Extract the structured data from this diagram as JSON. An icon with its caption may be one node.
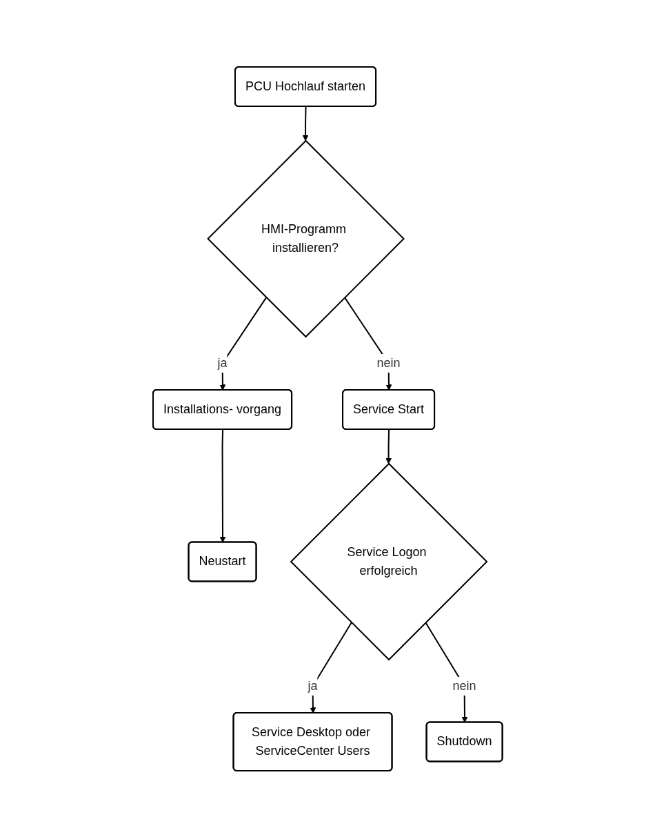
{
  "diagram": {
    "nodes": [
      {
        "text": [
          "PCU Hochlauf starten"
        ]
      },
      {
        "text": [
          "HMI-Programm installieren?"
        ]
      },
      {
        "text": [
          "Installations- vorgang"
        ]
      },
      {
        "text": [
          "Neustart"
        ]
      },
      {
        "text": [
          "Service Start"
        ]
      },
      {
        "text": [
          "Service Logon erfolgreich"
        ]
      },
      {
        "text": [
          "Service Desktop oder ServiceCenter Users"
        ]
      },
      {
        "text": [
          "Shutdown"
        ]
      }
    ],
    "edges": [
      {
        "from": 0,
        "to": 1,
        "arrow": "to"
      },
      {
        "from": 1,
        "to": 2,
        "arrow": "to",
        "label": "ja"
      },
      {
        "from": 2,
        "to": 3,
        "arrow": "to"
      },
      {
        "from": 1,
        "to": 4,
        "arrow": "to",
        "label": "nein"
      },
      {
        "from": 4,
        "to": 5,
        "arrow": "to"
      },
      {
        "from": 5,
        "to": 6,
        "arrow": "to",
        "label": "ja"
      },
      {
        "from": 5,
        "to": 7,
        "arrow": "to",
        "label": "nein"
      }
    ]
  }
}
